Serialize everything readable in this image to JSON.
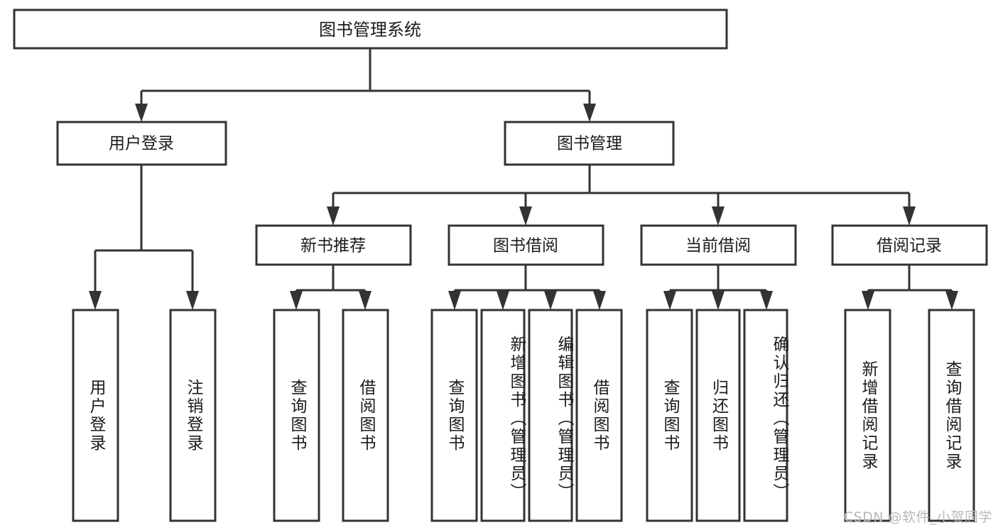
{
  "diagram": {
    "title": "图书管理系统",
    "type": "hierarchy-tree",
    "root": {
      "id": "root",
      "label": "图书管理系统"
    },
    "level2": [
      {
        "id": "user-login",
        "label": "用户登录"
      },
      {
        "id": "book-management",
        "label": "图书管理"
      }
    ],
    "level3": [
      {
        "id": "new-book-recommend",
        "label": "新书推荐",
        "parent": "book-management"
      },
      {
        "id": "book-borrow",
        "label": "图书借阅",
        "parent": "book-management"
      },
      {
        "id": "current-borrow",
        "label": "当前借阅",
        "parent": "book-management"
      },
      {
        "id": "borrow-record",
        "label": "借阅记录",
        "parent": "book-management"
      }
    ],
    "leaves": [
      {
        "id": "leaf-user-login",
        "label": "用户登录",
        "parent": "user-login"
      },
      {
        "id": "leaf-logout",
        "label": "注销登录",
        "parent": "user-login"
      },
      {
        "id": "leaf-query-book-1",
        "label": "查询图书",
        "parent": "new-book-recommend"
      },
      {
        "id": "leaf-borrow-book-1",
        "label": "借阅图书",
        "parent": "new-book-recommend"
      },
      {
        "id": "leaf-query-book-2",
        "label": "查询图书",
        "parent": "book-borrow"
      },
      {
        "id": "leaf-add-book",
        "label": "新增图书（管理员）",
        "parent": "book-borrow"
      },
      {
        "id": "leaf-edit-book",
        "label": "编辑图书（管理员）",
        "parent": "book-borrow"
      },
      {
        "id": "leaf-borrow-book-2",
        "label": "借阅图书",
        "parent": "book-borrow"
      },
      {
        "id": "leaf-query-book-3",
        "label": "查询图书",
        "parent": "current-borrow"
      },
      {
        "id": "leaf-return-book",
        "label": "归还图书",
        "parent": "current-borrow"
      },
      {
        "id": "leaf-confirm-return",
        "label": "确认归还（管理员）",
        "parent": "current-borrow"
      },
      {
        "id": "leaf-add-record",
        "label": "新增借阅记录",
        "parent": "borrow-record"
      },
      {
        "id": "leaf-query-record",
        "label": "查询借阅记录",
        "parent": "borrow-record"
      }
    ],
    "watermark": "CSDN @软件_小贺同学",
    "colors": {
      "stroke": "#333333",
      "fill": "#ffffff",
      "text": "#1b1b1b",
      "watermark": "#b9b9b9"
    }
  }
}
